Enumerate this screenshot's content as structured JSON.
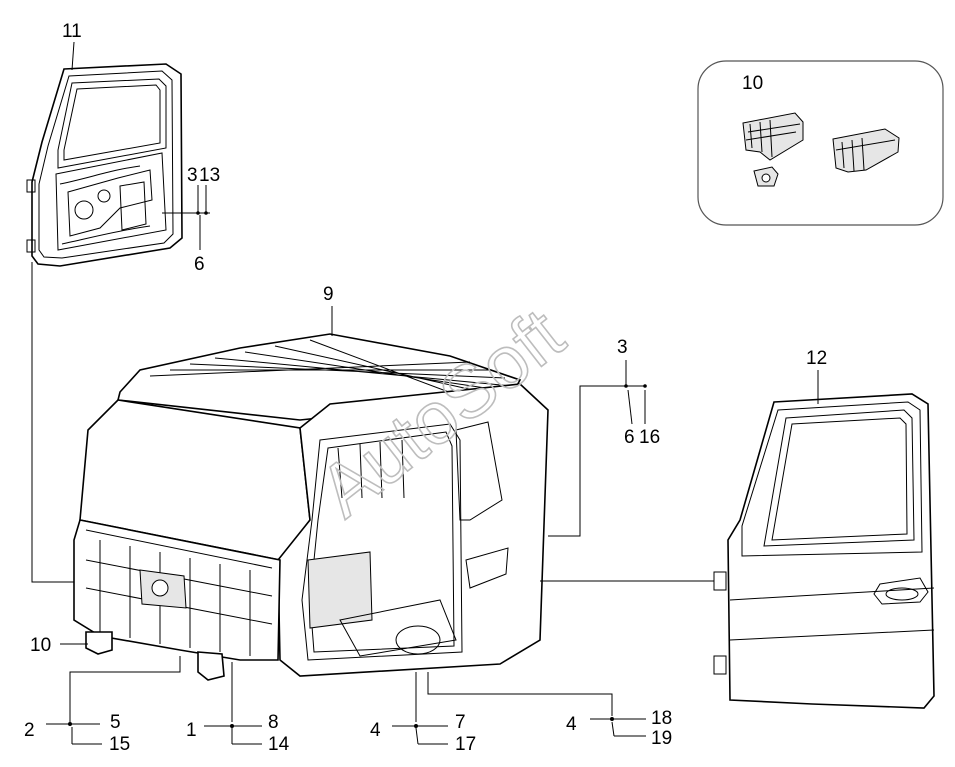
{
  "watermark": "AutoSoft",
  "callouts": {
    "c11": "11",
    "c3a": "3",
    "c13": "13",
    "c6a": "6",
    "c10_inset": "10",
    "c9": "9",
    "c3b": "3",
    "c6b": "6",
    "c16": "16",
    "c12": "12",
    "c10": "10",
    "c2": "2",
    "c5": "5",
    "c15": "15",
    "c1": "1",
    "c8": "8",
    "c14": "14",
    "c4a": "4",
    "c7": "7",
    "c17": "17",
    "c4b": "4",
    "c18": "18",
    "c19": "19"
  }
}
